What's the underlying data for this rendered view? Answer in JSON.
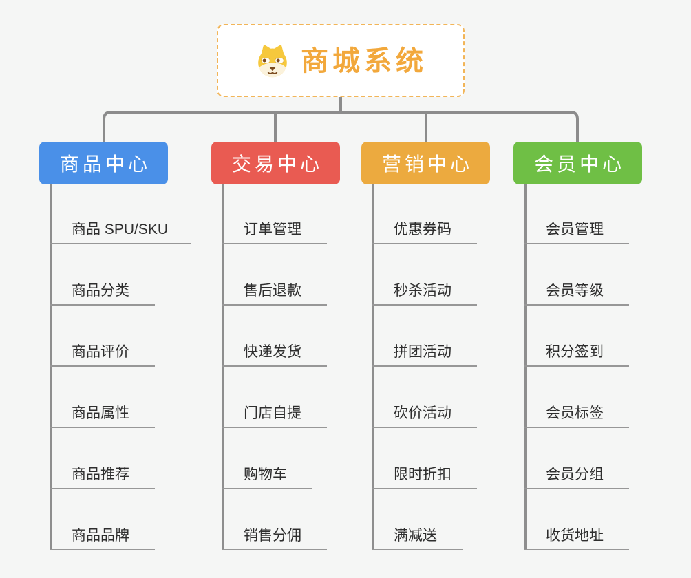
{
  "root": {
    "title": "商城系统",
    "icon": "dog-face-icon",
    "title_color": "#f2a83c",
    "border_color": "#f2b558"
  },
  "connector_color": "#8c8c8c",
  "line_color": "#979797",
  "branches": [
    {
      "label": "商品中心",
      "color": "#4a90e8",
      "children": [
        "商品 SPU/SKU",
        "商品分类",
        "商品评价",
        "商品属性",
        "商品推荐",
        "商品品牌"
      ]
    },
    {
      "label": "交易中心",
      "color": "#e95b52",
      "children": [
        "订单管理",
        "售后退款",
        "快递发货",
        "门店自提",
        "购物车",
        "销售分佣"
      ]
    },
    {
      "label": "营销中心",
      "color": "#ecaa3f",
      "children": [
        "优惠券码",
        "秒杀活动",
        "拼团活动",
        "砍价活动",
        "限时折扣",
        "满减送"
      ]
    },
    {
      "label": "会员中心",
      "color": "#6fbf45",
      "children": [
        "会员管理",
        "会员等级",
        "积分签到",
        "会员标签",
        "会员分组",
        "收货地址"
      ]
    }
  ]
}
